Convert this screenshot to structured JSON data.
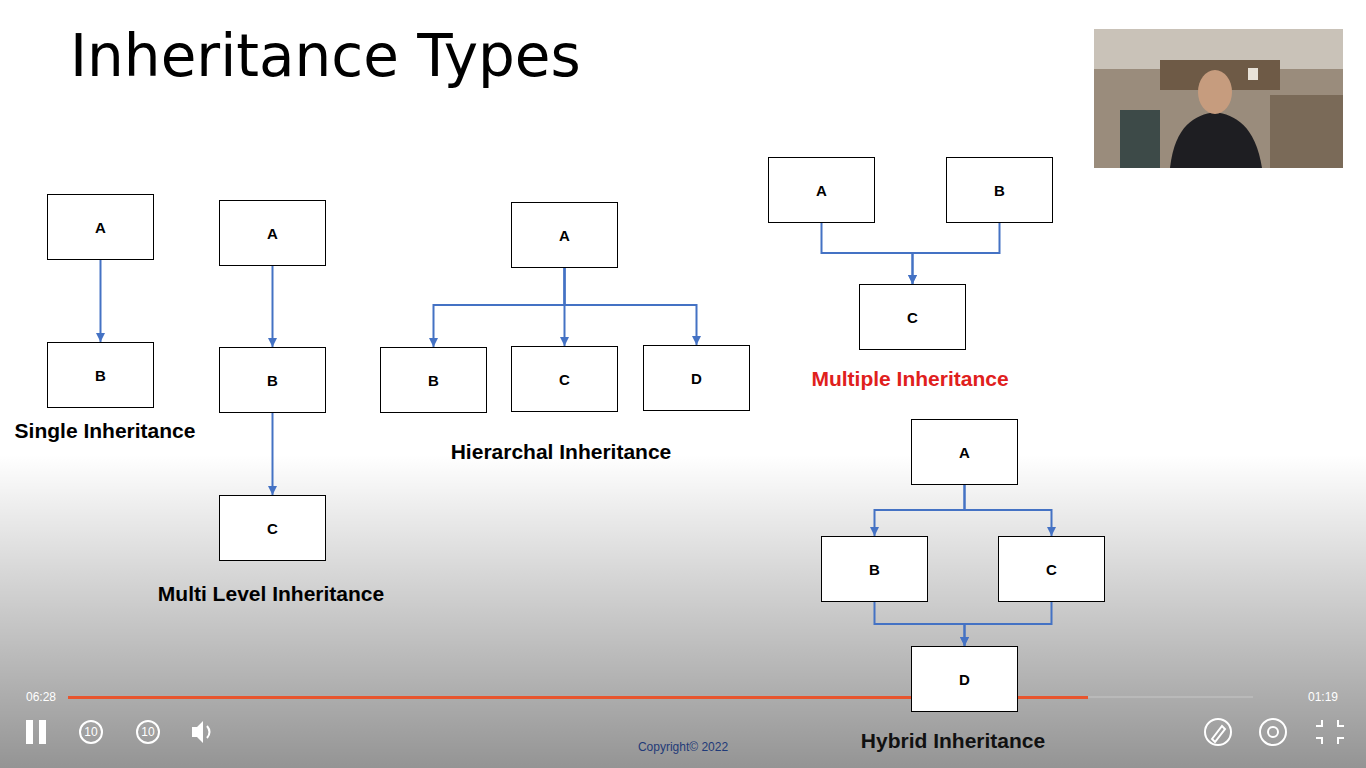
{
  "diagram": {
    "title": "Inheritance Types",
    "nodes": [
      {
        "text": [
          "A"
        ]
      },
      {
        "text": [
          "B"
        ]
      },
      {
        "text": [
          "A"
        ]
      },
      {
        "text": [
          "B"
        ]
      },
      {
        "text": [
          "C"
        ]
      },
      {
        "text": [
          "A"
        ]
      },
      {
        "text": [
          "B"
        ]
      },
      {
        "text": [
          "C"
        ]
      },
      {
        "text": [
          "D"
        ]
      },
      {
        "text": [
          "A"
        ]
      },
      {
        "text": [
          "B"
        ]
      },
      {
        "text": [
          "C"
        ]
      },
      {
        "text": [
          "A"
        ]
      },
      {
        "text": [
          "B"
        ]
      },
      {
        "text": [
          "C"
        ]
      },
      {
        "text": [
          "D"
        ]
      }
    ],
    "edges": [
      {
        "from": 0,
        "to": 1,
        "arrow": "to"
      },
      {
        "from": 2,
        "to": 3,
        "arrow": "to"
      },
      {
        "from": 3,
        "to": 4,
        "arrow": "to"
      },
      {
        "from": 5,
        "to": 6,
        "arrow": "to"
      },
      {
        "from": 5,
        "to": 7,
        "arrow": "to"
      },
      {
        "from": 5,
        "to": 8,
        "arrow": "to"
      },
      {
        "from": 9,
        "to": 11,
        "arrow": "to"
      },
      {
        "from": 10,
        "to": 11,
        "arrow": "to"
      },
      {
        "from": 12,
        "to": 13,
        "arrow": "to"
      },
      {
        "from": 12,
        "to": 14,
        "arrow": "to"
      },
      {
        "from": 13,
        "to": 15,
        "arrow": "to"
      },
      {
        "from": 14,
        "to": 15,
        "arrow": "to"
      }
    ],
    "labels": [
      "Single Inheritance",
      "Multi Level Inheritance",
      "Hierarchal Inheritance",
      "Multiple Inheritance",
      "Hybrid Inheritance",
      "06:28",
      "01:19",
      "10",
      "10",
      "Copyright© 2022"
    ]
  }
}
